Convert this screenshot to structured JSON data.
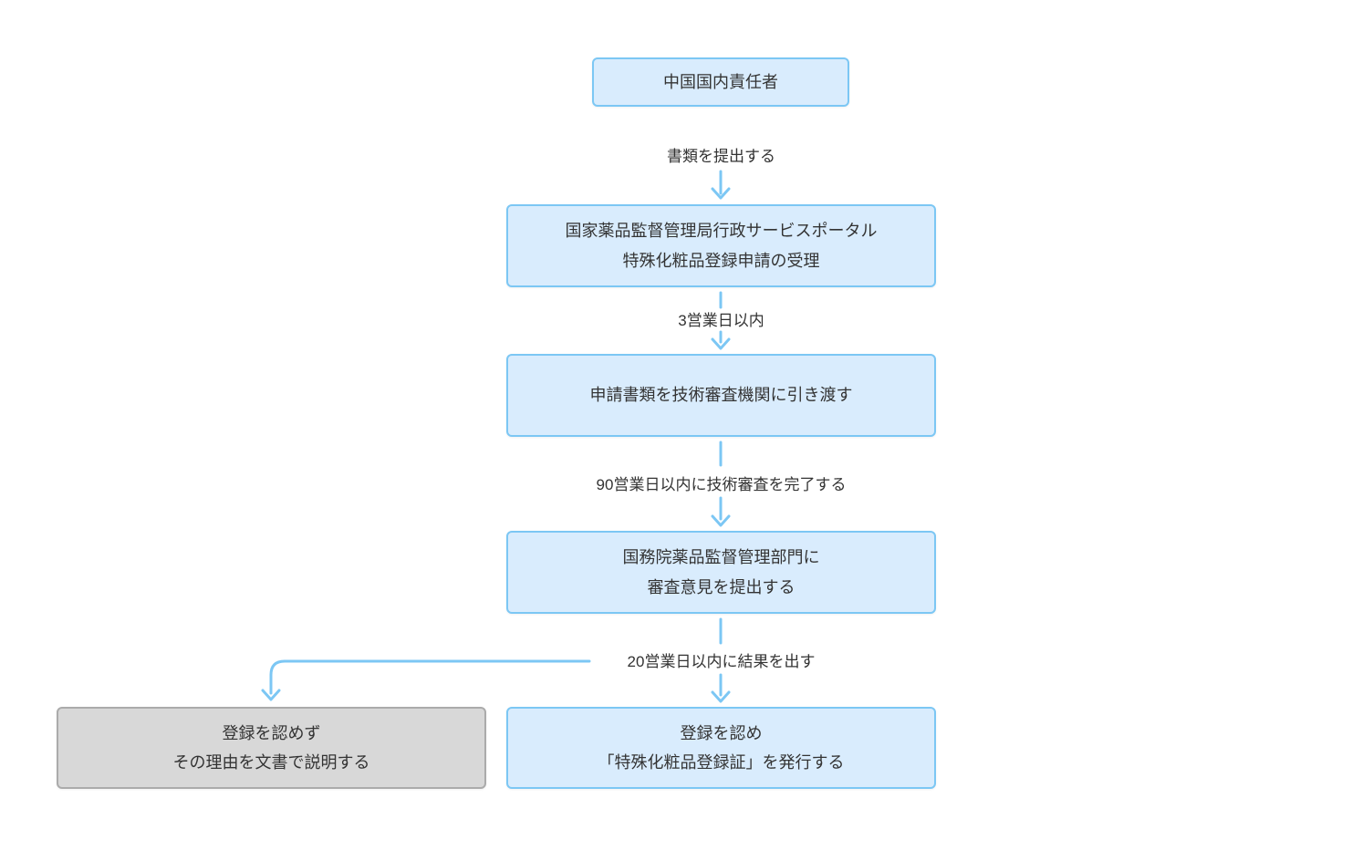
{
  "diagram": {
    "nodes": {
      "responsible": {
        "text": "中国国内責任者"
      },
      "portal": {
        "text": "国家薬品監督管理局行政サービスポータル\n特殊化粧品登録申請の受理"
      },
      "handover": {
        "text": "申請書類を技術審査機関に引き渡す"
      },
      "opinion": {
        "text": "国務院薬品監督管理部門に\n審査意見を提出する"
      },
      "reject": {
        "text": "登録を認めず\nその理由を文書で説明する"
      },
      "approve": {
        "text": "登録を認め\n「特殊化粧品登録証」を発行する"
      }
    },
    "edges": {
      "submit": {
        "label": "書類を提出する"
      },
      "within3": {
        "label": "3営業日以内"
      },
      "within90": {
        "label": "90営業日以内に技術審査を完了する"
      },
      "within20": {
        "label": "20営業日以内に結果を出す"
      }
    },
    "colors": {
      "node_fill": "#d9ecfd",
      "node_border": "#7cc7f4",
      "reject_fill": "#d8d8d8",
      "reject_border": "#ababab",
      "arrow": "#7cc7f4",
      "text": "#333333",
      "background": "#ffffff"
    }
  }
}
